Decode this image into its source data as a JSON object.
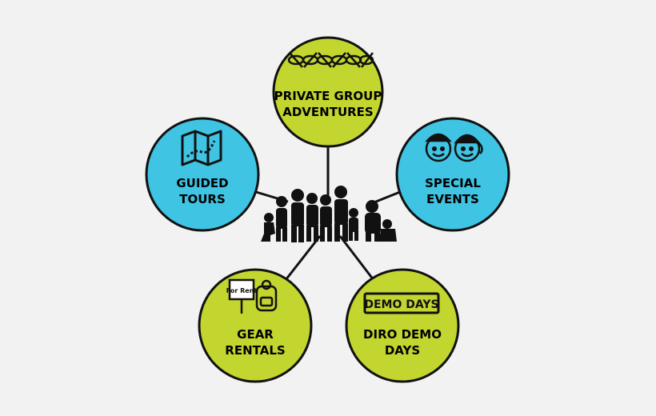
{
  "nodes": {
    "top": {
      "line1": "PRIVATE GROUP",
      "line2": "ADVENTURES",
      "color": "#c3d52f"
    },
    "left": {
      "line1": "GUIDED",
      "line2": "TOURS",
      "color": "#3fc4e3"
    },
    "right": {
      "line1": "SPECIAL",
      "line2": "EVENTS",
      "color": "#3fc4e3"
    },
    "bottom_left": {
      "line1": "GEAR",
      "line2": "RENTALS",
      "color": "#c3d52f",
      "sign_text": "For Rent"
    },
    "bottom_right": {
      "line1": "DIRO DEMO",
      "line2": "DAYS",
      "color": "#c3d52f",
      "stamp_text": "DEMO DAYS"
    }
  },
  "center": {
    "icon": "family-silhouette-icon"
  },
  "colors": {
    "background": "#f2f2f2",
    "stroke": "#111111"
  }
}
